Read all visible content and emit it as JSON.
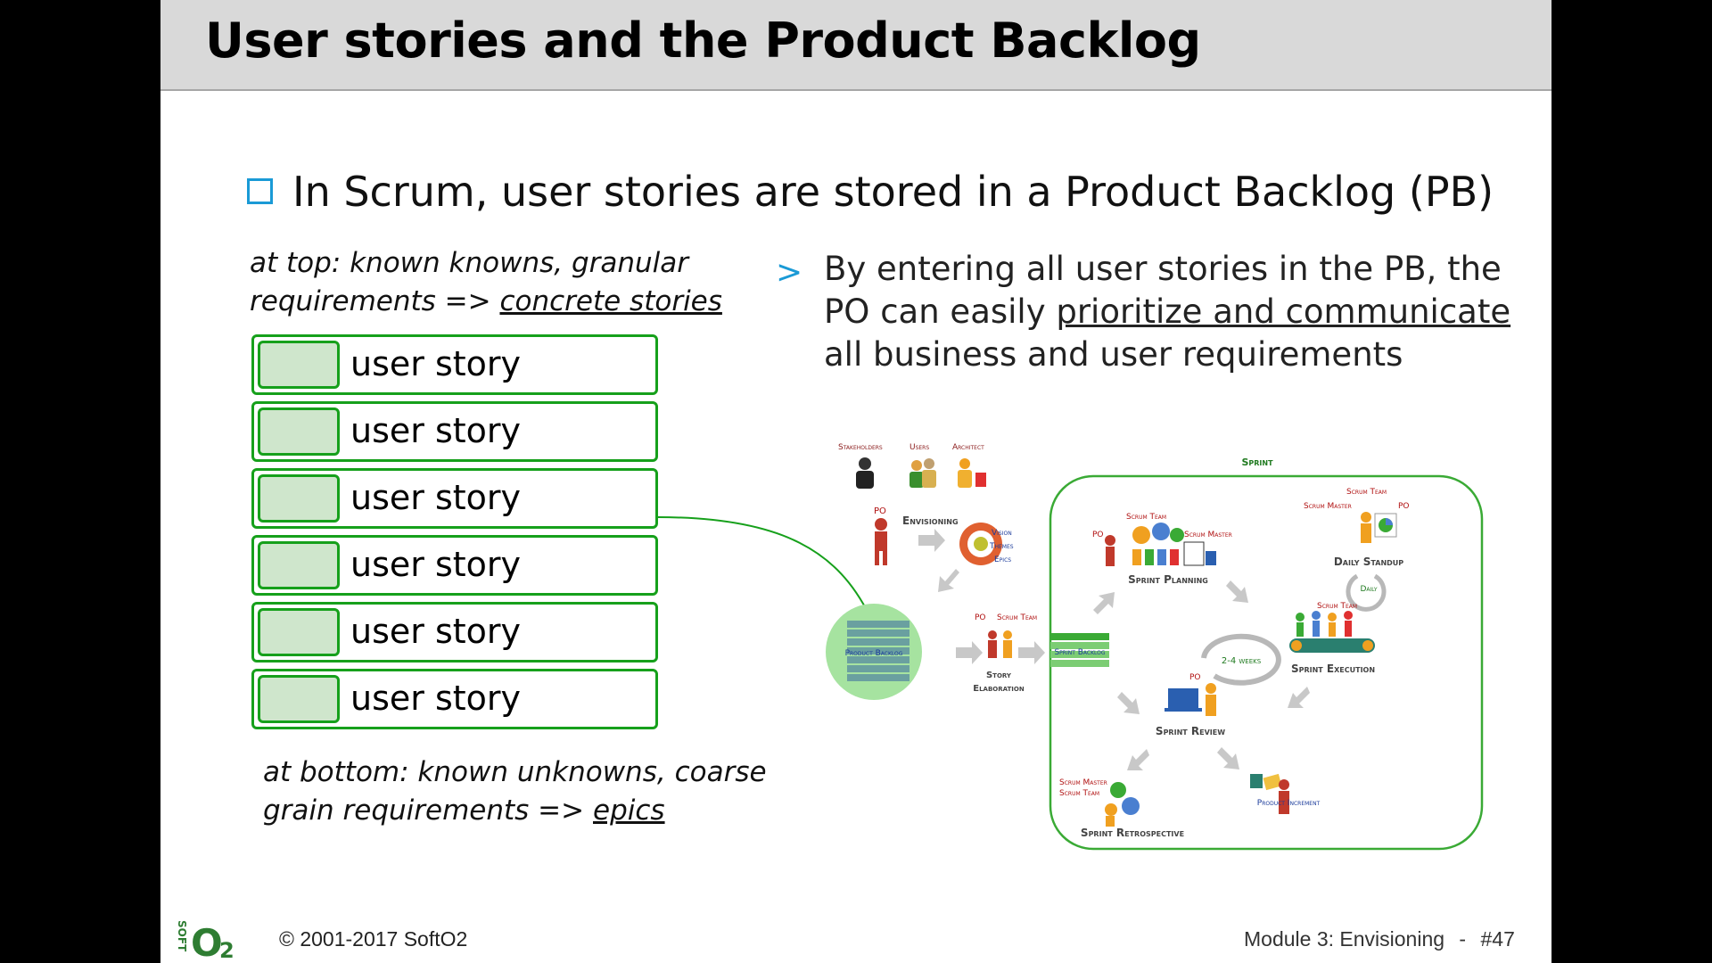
{
  "slide": {
    "title": "User stories and the Product Backlog",
    "main_bullet": "In Scrum, user stories are stored in a Product Backlog (PB)",
    "top_note": {
      "line1": "at top: known knowns, granular",
      "line2_prefix": "requirements => ",
      "line2_link": "concrete stories"
    },
    "bottom_note": {
      "line1": "at bottom: known unknowns, coarse",
      "line2_prefix": "grain requirements => ",
      "line2_link": "epics"
    },
    "stories": [
      "user story",
      "user story",
      "user story",
      "user story",
      "user story",
      "user story"
    ],
    "sub_bullet": {
      "marker": ">",
      "line1": "By entering all user stories in the PB, the",
      "line2_prefix": "PO can easily ",
      "line2_link": "prioritize and communicate",
      "line3": "all business and user requirements"
    }
  },
  "diagram": {
    "stakeholders": "Stakeholders",
    "users": "Users",
    "architect": "Architect",
    "po": "PO",
    "envisioning": "Envisioning",
    "vision": "Vision",
    "themes": "Themes",
    "epics": "Epics",
    "product_backlog": "Product Backlog",
    "scrum_team": "Scrum Team",
    "story": "Story",
    "elaboration": "Elaboration",
    "sprint": "Sprint",
    "sprint_backlog": "Sprint Backlog",
    "scrum_master": "Scrum Master",
    "sprint_planning": "Sprint Planning",
    "daily_standup": "Daily Standup",
    "daily": "Daily",
    "weeks": "2-4 weeks",
    "sprint_execution": "Sprint Execution",
    "sprint_review": "Sprint Review",
    "sprint_retrospective": "Sprint Retrospective",
    "product_increment": "Product Increment"
  },
  "footer": {
    "copyright": "© 2001-2017 SoftO2",
    "module": "Module 3: Envisioning",
    "separator": "-",
    "page": "#47",
    "logo_text": "SOFT O2"
  },
  "colors": {
    "accent_blue": "#1a9ad6",
    "story_green": "#16a01b",
    "story_fill": "#cfe6cc",
    "title_bar": "#d9d9d9"
  }
}
